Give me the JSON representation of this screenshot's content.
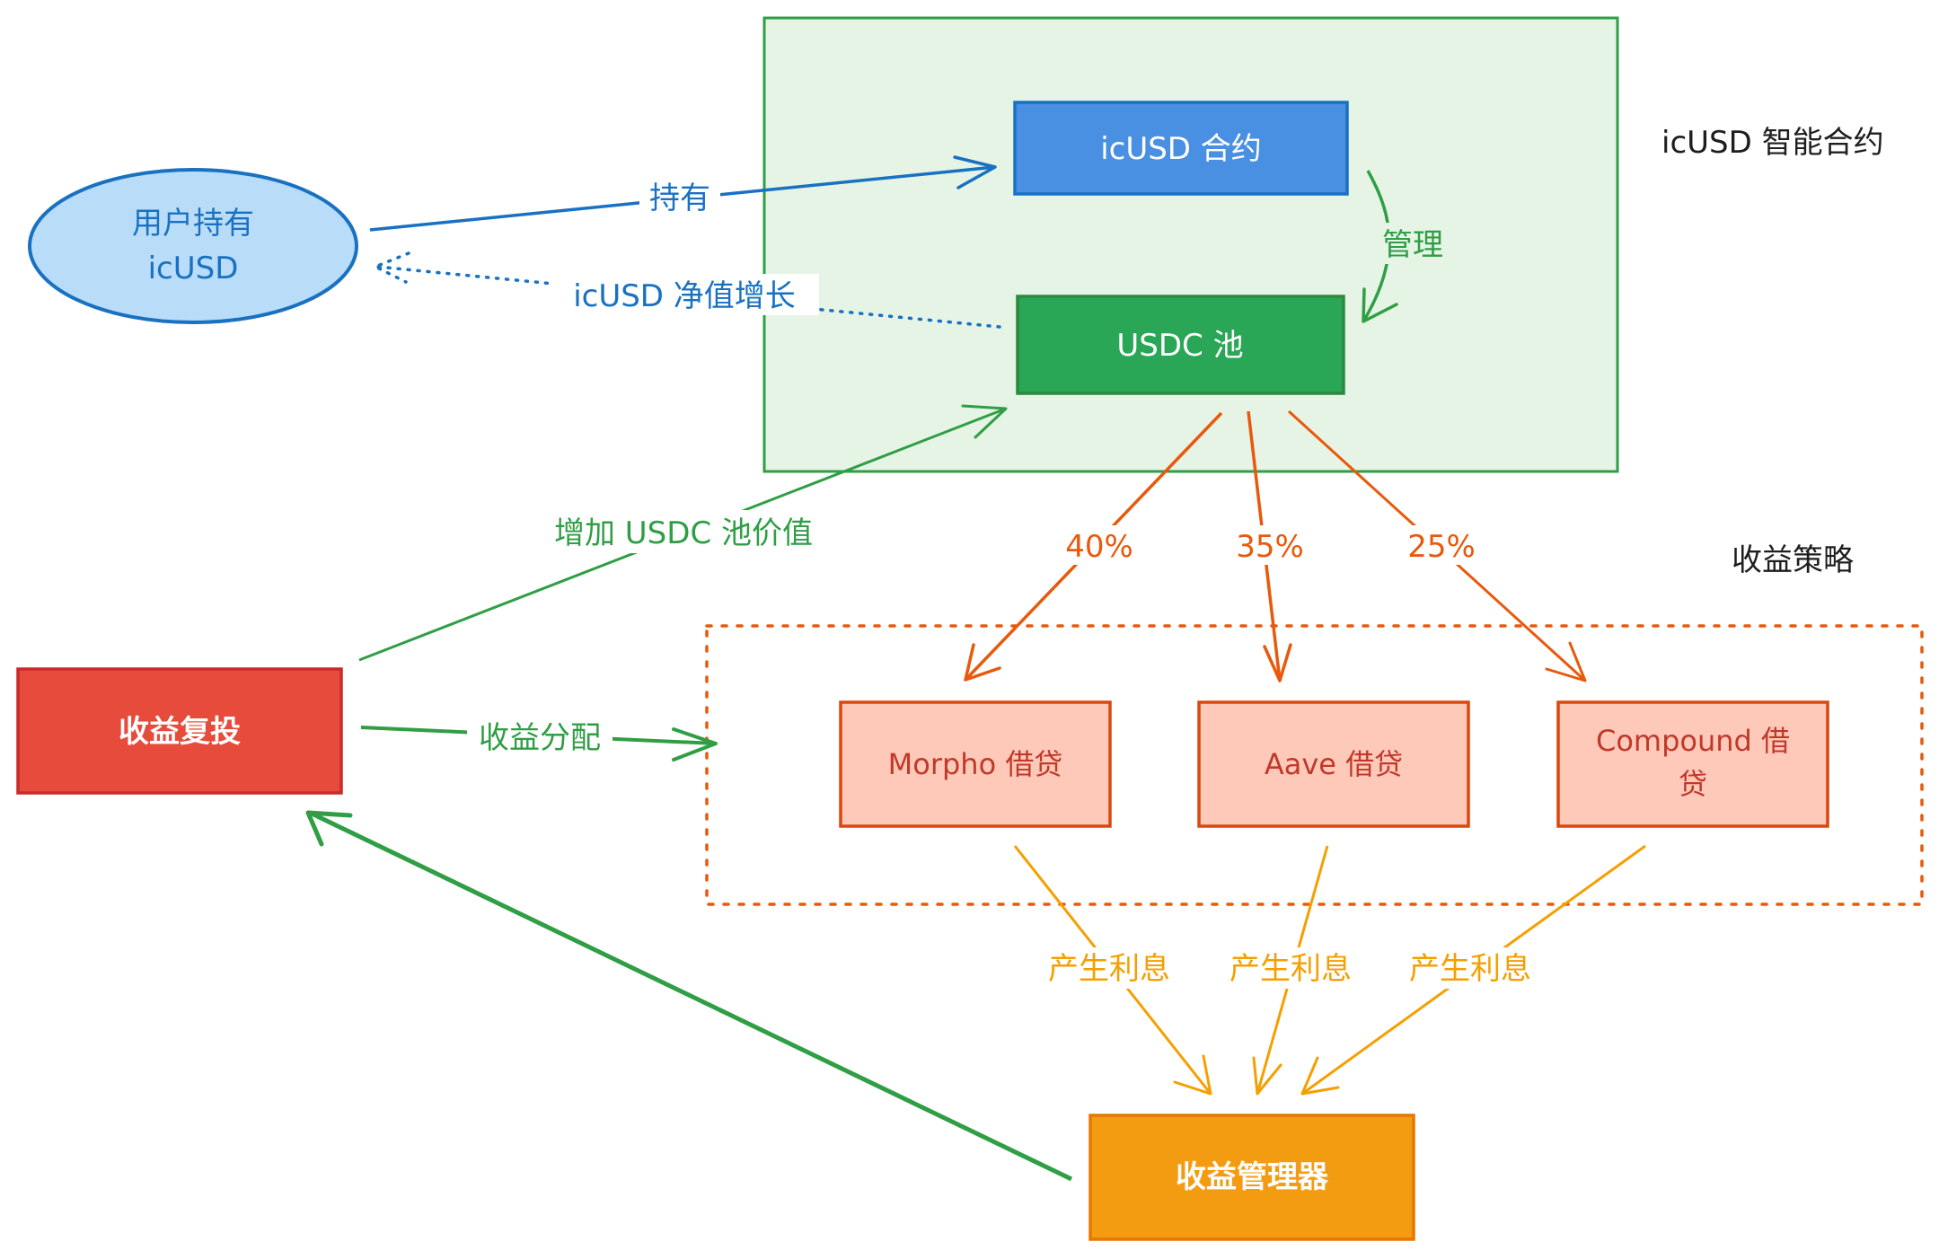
{
  "groups": {
    "contract_group_label": "icUSD 智能合约",
    "strategy_group_label": "收益策略"
  },
  "nodes": {
    "user": {
      "line1": "用户持有",
      "line2": "icUSD"
    },
    "icusd_contract": "icUSD 合约",
    "usdc_pool": "USDC 池",
    "reinvest": "收益复投",
    "morpho": "Morpho 借贷",
    "aave": "Aave 借贷",
    "compound": {
      "line1": "Compound 借",
      "line2": "贷"
    },
    "yield_manager": "收益管理器"
  },
  "edges": {
    "hold": "持有",
    "nav_growth": "icUSD 净值增长",
    "manage": "管理",
    "increase_pool": "增加 USDC 池价值",
    "distribute": "收益分配",
    "alloc_morpho": "40%",
    "alloc_aave": "35%",
    "alloc_compound": "25%",
    "interest_morpho": "产生利息",
    "interest_aave": "产生利息",
    "interest_compound": "产生利息"
  },
  "colors": {
    "blue": "#1971c2",
    "blue_fill": "#4a90e2",
    "user_fill": "#b9dcf8",
    "green": "#2f9e44",
    "green_fill": "#2aa657",
    "group_fill": "#e6f4e6",
    "red_fill": "#e64b3c",
    "orange_line": "#e8590c",
    "lend_fill": "#ffc9b9",
    "lend_stroke": "#d9480f",
    "yellow": "#f59f00",
    "manager_fill": "#f39c12"
  }
}
